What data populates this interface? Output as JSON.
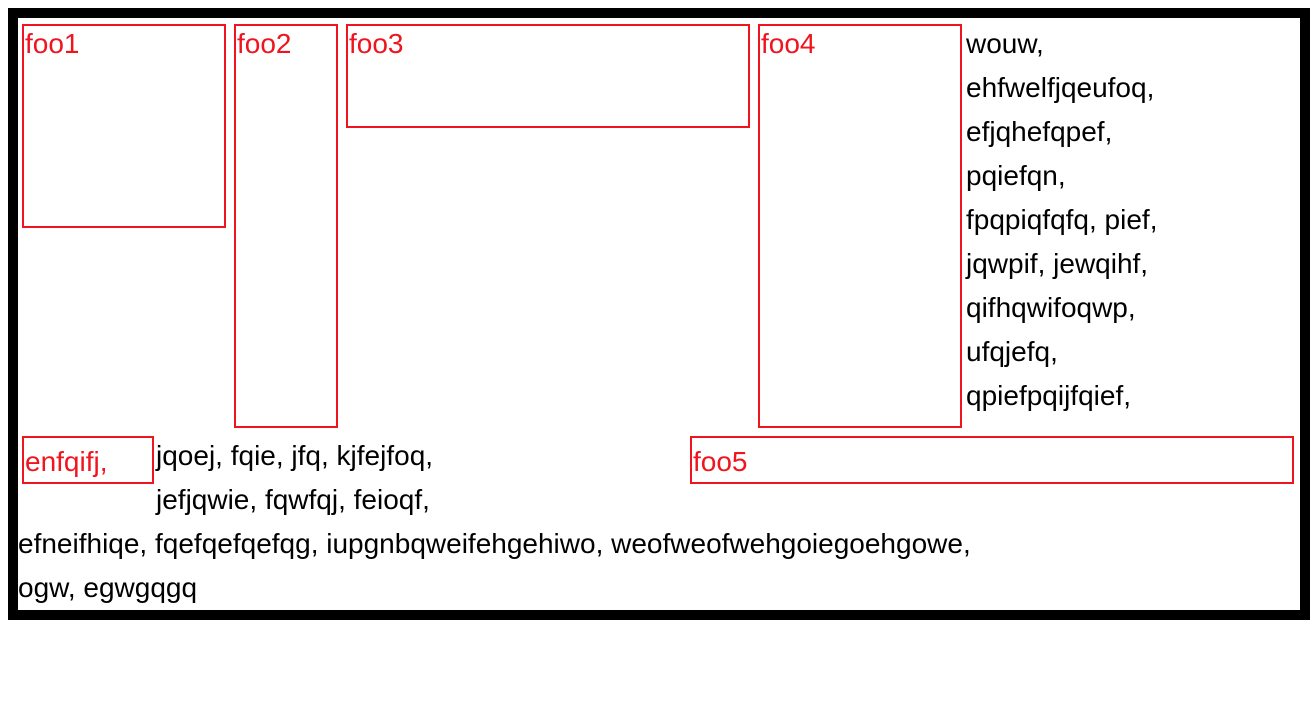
{
  "colors": {
    "border": "#000000",
    "box_outline": "#f0141e",
    "box_text": "#f0141e",
    "body_text": "#000000"
  },
  "boxes": {
    "foo1": "foo1",
    "foo2": "foo2",
    "foo3": "foo3",
    "foo4": "foo4",
    "foo5": "foo5",
    "inline_box": "enfqifj,"
  },
  "side_text": [
    "wouw,",
    "ehfwelfjqeufoq,",
    "efjqhefqpef,",
    "pqiefqn,",
    "fpqpiqfqfq,  pief,",
    "jqwpif,  jewqihf,",
    "qifhqwifoqwp,",
    "ufqjefq,",
    "qpiefpqijfqief,"
  ],
  "mid_text": [
    "jqoej,  fqie,  jfq,  kjfejfoq,",
    "jefjqwie,  fqwfqj,  feioqf,"
  ],
  "bottom_text": [
    "efneifhiqe,  fqefqefqefqg,  iupgnbqweifehgehiwo,  weofweofwehgoiegoehgowe,",
    "ogw,  egwgqgq"
  ]
}
